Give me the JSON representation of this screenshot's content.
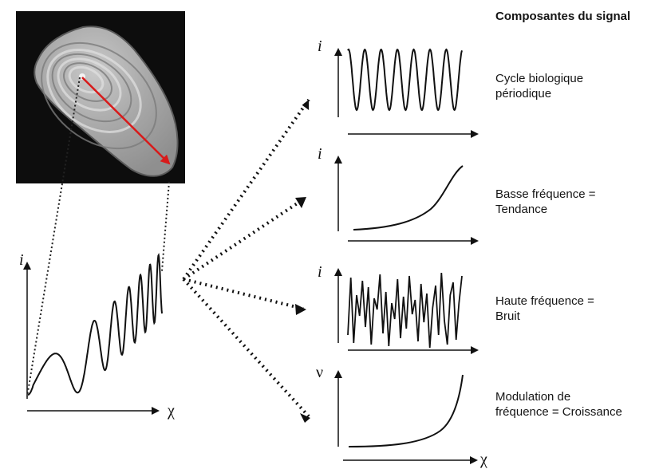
{
  "header": {
    "title": "Composantes du signal"
  },
  "components": [
    {
      "line1": "Cycle biologique",
      "line2": "périodique"
    },
    {
      "line1": "Basse fréquence =",
      "line2": "Tendance"
    },
    {
      "line1": "Haute fréquence =",
      "line2": "Bruit"
    },
    {
      "line1": "Modulation de",
      "line2": "fréquence = Croissance"
    }
  ],
  "axes": {
    "intensity": "i",
    "frequency": "ν",
    "distance": "χ"
  },
  "colors": {
    "otolith_background": "#0d0d0d",
    "growth_arrow": "#d81a1a",
    "curve": "#111111"
  }
}
